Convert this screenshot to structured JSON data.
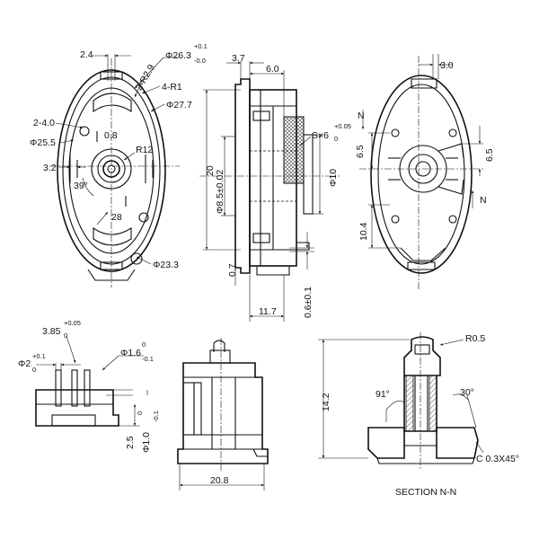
{
  "front_view": {
    "dims": {
      "d_2_4": "2.4",
      "d_phi26_3": "Φ26.3",
      "d_phi26_3_tol_upper": "+0.1",
      "d_phi26_3_tol_lower": "-0.0",
      "d_2r2_9": "2-R2.9",
      "d_4r1": "4-R1",
      "d_phi27_7": "Φ27.7",
      "d_2_4_0": "2-4.0",
      "d_0_8": "0.8",
      "d_phi25_5": "Φ25.5",
      "d_r12": "R12",
      "d_3_2": "3.2",
      "d_39deg": "39°",
      "d_28": "28",
      "d_phi23_3": "Φ23.3"
    }
  },
  "side_view": {
    "dims": {
      "d_3_7": "3.7",
      "d_6_0": "6.0",
      "d_s6": "S×6",
      "d_s6_tol_upper": "+0.05",
      "d_s6_tol_lower": "0",
      "d_20": "20",
      "d_phi8_5": "Φ8.5±0.02",
      "d_phi10": "Φ10",
      "d_0_7": "0.7",
      "d_0_6": "0.6±0.1",
      "d_11_7": "11.7"
    }
  },
  "rear_view": {
    "dims": {
      "d_3_0": "3.0",
      "d_6_5_left": "6.5",
      "d_6_5_right": "6.5",
      "d_10_4": "10.4",
      "n_top": "N",
      "n_bottom": "N"
    }
  },
  "detail_view": {
    "dims": {
      "d_3_85": "3.85",
      "d_3_85_tol_upper": "+0.05",
      "d_3_85_tol_lower": "0",
      "d_phi2": "Φ2",
      "d_phi2_tol_upper": "+0.1",
      "d_phi2_tol_lower": "0",
      "d_phi1_6": "Φ1.6",
      "d_phi1_6_tol_upper": "0",
      "d_phi1_6_tol_lower": "-0.1",
      "d_2_5": "2.5",
      "d_phi1_0": "Φ1.0",
      "d_phi1_0_tol_upper": "0",
      "d_phi1_0_tol_lower": "-0.1"
    }
  },
  "bottom_view": {
    "dims": {
      "d_20_8": "20.8"
    }
  },
  "section_view": {
    "dims": {
      "d_r0_5": "R0.5",
      "d_14_2": "14.2",
      "d_91deg": "91°",
      "d_30deg": "30°",
      "d_chamfer": "C 0.3X45°"
    },
    "caption": "SECTION N-N"
  }
}
